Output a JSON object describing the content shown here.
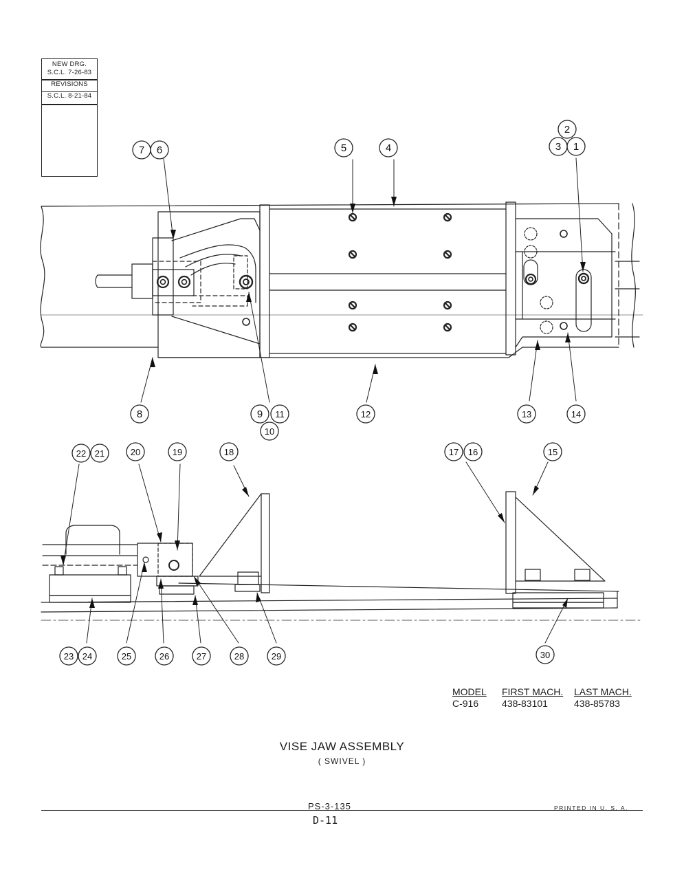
{
  "revision_block": {
    "new_drawing_label": "NEW DRG.",
    "new_drawing_date": "S.C.L. 7-26-83",
    "revisions_label": "REVISIONS",
    "revision_entry": "S.C.L. 8-21-84"
  },
  "callouts": [
    "1",
    "2",
    "3",
    "4",
    "5",
    "6",
    "7",
    "8",
    "9",
    "10",
    "11",
    "12",
    "13",
    "14",
    "15",
    "16",
    "17",
    "18",
    "19",
    "20",
    "21",
    "22",
    "23",
    "24",
    "25",
    "26",
    "27",
    "28",
    "29",
    "30"
  ],
  "model_table": {
    "headers": [
      "MODEL",
      "FIRST MACH.",
      "LAST MACH."
    ],
    "row": [
      "C-916",
      "438-83101",
      "438-85783"
    ]
  },
  "title": "VISE JAW ASSEMBLY",
  "subtitle": "( SWIVEL )",
  "page_number": "PS-3-135",
  "sheet_id": "D-11",
  "printed_note": "PRINTED IN U. S. A."
}
